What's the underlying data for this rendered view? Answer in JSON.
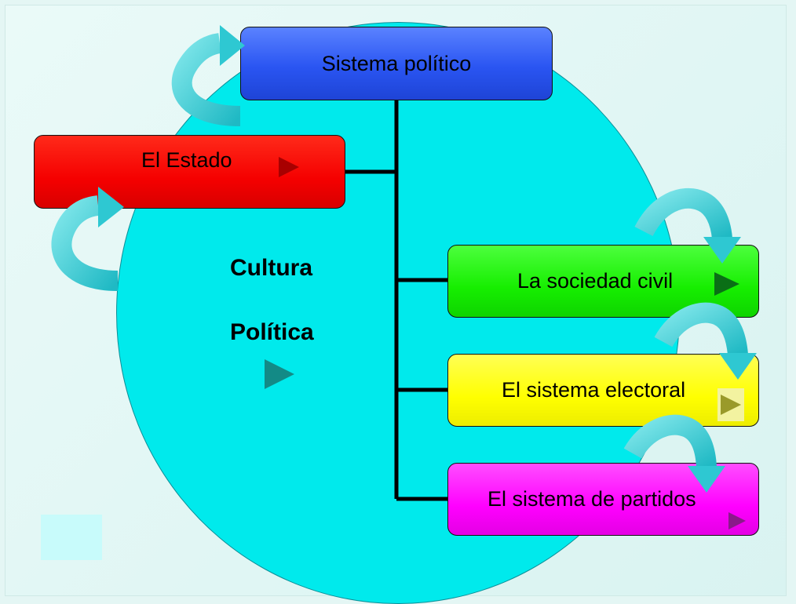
{
  "diagram": {
    "top_node": {
      "label": "Sistema político"
    },
    "left_node": {
      "label": "El Estado"
    },
    "right_nodes": [
      {
        "label": "La sociedad civil"
      },
      {
        "label": "El sistema electoral"
      },
      {
        "label": "El sistema de partidos"
      }
    ],
    "center_text": {
      "line1": "Cultura",
      "line2": "Política"
    }
  },
  "colors": {
    "circle": "#00eaec",
    "top_node": "#2a55f2",
    "left_node": "#f50000",
    "sociedad": "#16ee00",
    "electoral": "#ffff00",
    "partidos": "#ff00ff",
    "arrows": "#33cfd8"
  },
  "icons": {
    "play": "play-triangle-icon",
    "curved_arrow": "curved-arrow-icon"
  }
}
